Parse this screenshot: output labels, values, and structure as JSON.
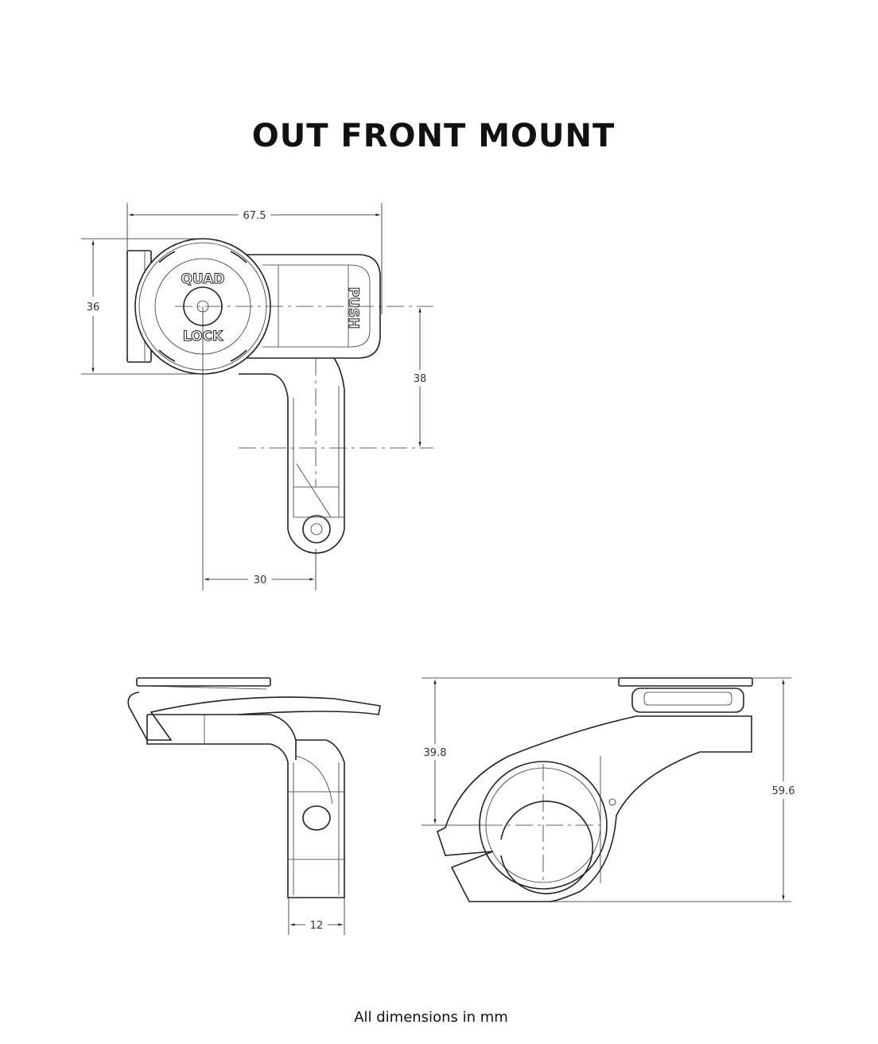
{
  "title": "OUT FRONT MOUNT",
  "footer": "All dimensions in mm",
  "logo": {
    "line1": "QUAD",
    "line2": "LOCK",
    "button": "PUSH"
  },
  "dimensions": {
    "top_width": "67.5",
    "top_height": "36",
    "center_offset_vertical": "38",
    "center_offset_horizontal": "30",
    "stem_width": "12",
    "clamp_center_height": "39.8",
    "overall_height": "59.6"
  }
}
